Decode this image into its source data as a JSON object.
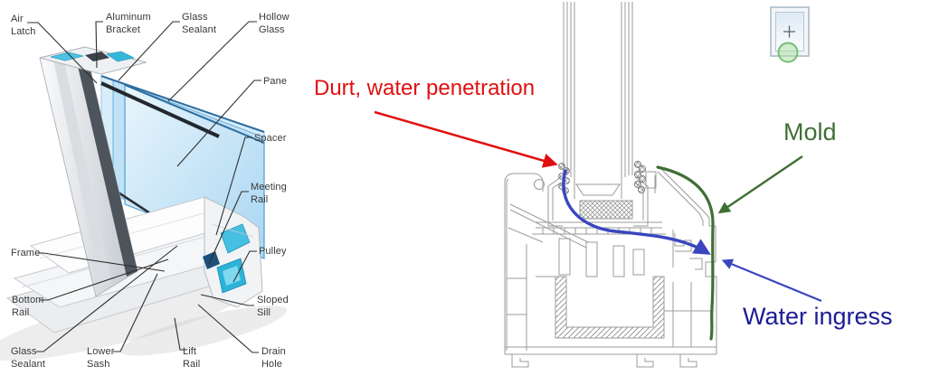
{
  "left_panel": {
    "name": "window-anatomy-3d-diagram",
    "labels": [
      {
        "id": "air-latch",
        "text": "Air\nLatch"
      },
      {
        "id": "aluminum-bracket",
        "text": "Aluminum\nBracket"
      },
      {
        "id": "glass-sealant-top",
        "text": "Glass\nSealant"
      },
      {
        "id": "hollow-glass",
        "text": "Hollow\nGlass"
      },
      {
        "id": "pane",
        "text": "Pane"
      },
      {
        "id": "spacer",
        "text": "Spacer"
      },
      {
        "id": "meeting-rail",
        "text": "Meeting\nRail"
      },
      {
        "id": "pulley",
        "text": "Pulley"
      },
      {
        "id": "frame",
        "text": "Frame"
      },
      {
        "id": "bottom-rail",
        "text": "Bottom\nRail"
      },
      {
        "id": "sloped-sill",
        "text": "Sloped\nSill"
      },
      {
        "id": "glass-sealant-bottom",
        "text": "Glass\nSealant"
      },
      {
        "id": "lower-sash",
        "text": "Lower\nSash"
      },
      {
        "id": "lift-rail",
        "text": "Lift\nRail"
      },
      {
        "id": "drain-hole",
        "text": "Drain\nHole"
      }
    ]
  },
  "right_panel": {
    "name": "window-failure-cross-section",
    "annotations": [
      {
        "id": "dirt-water-penetration",
        "text": "Durt, water penetration",
        "color": "#e01010"
      },
      {
        "id": "mold",
        "text": "Mold",
        "color": "#3f6f35"
      },
      {
        "id": "water-ingress",
        "text": "Water ingress",
        "color": "#1c1c96"
      }
    ],
    "symbol": {
      "id": "window-plus-symbol",
      "glyph": "+",
      "accent_circle_color": "#74bf74"
    }
  },
  "colors": {
    "profile_line": "#9b9b9b",
    "leader_line": "#2f2f2f",
    "glass_blue": "#a9d6f2",
    "chamber_cyan": "#35b7db",
    "arrow_red": "#e01010",
    "arrow_blue": "#3a46c0",
    "curve_green": "#3f6f35"
  }
}
